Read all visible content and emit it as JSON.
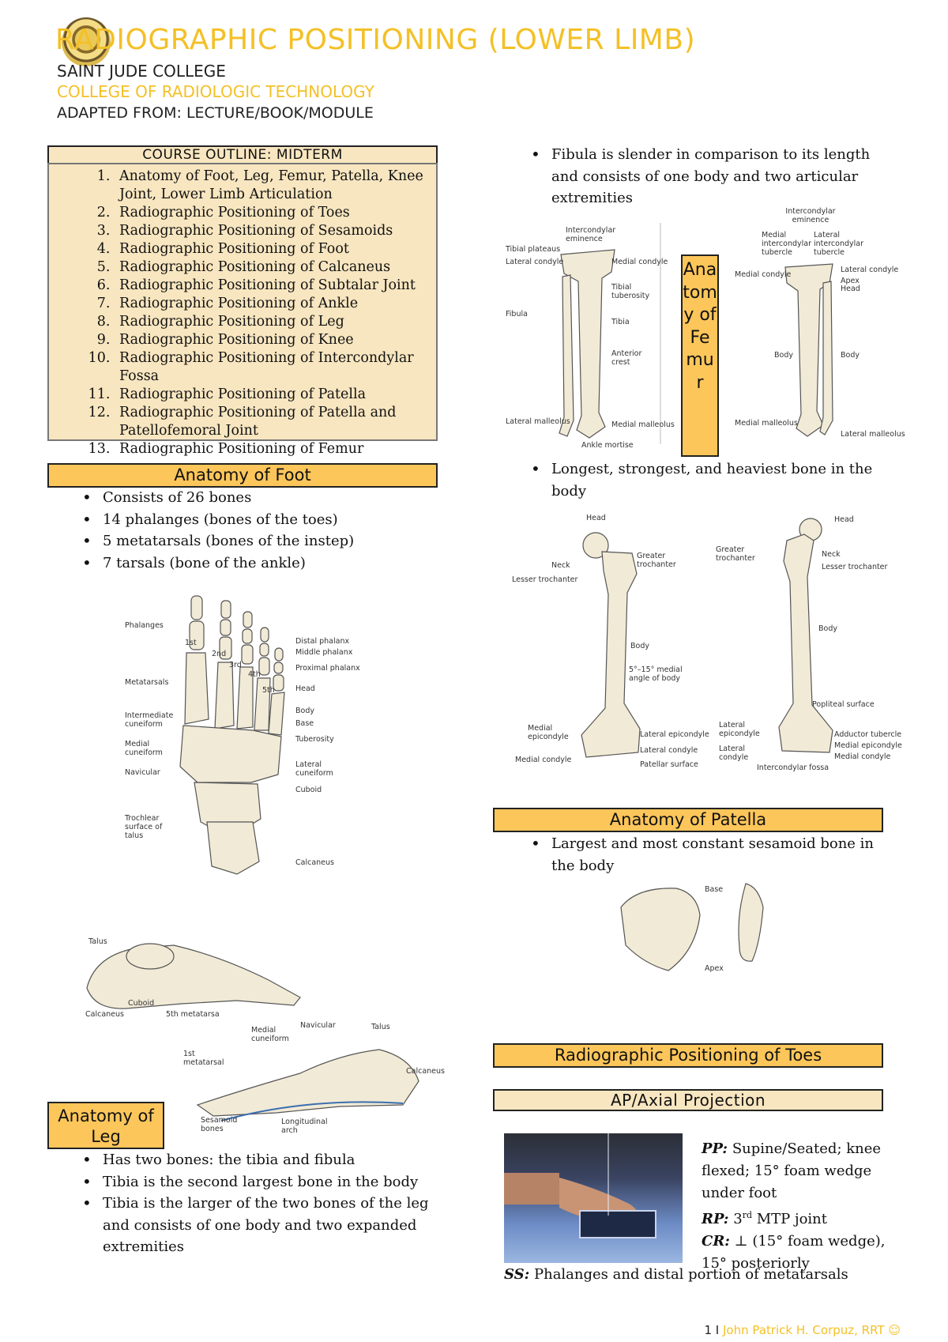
{
  "header": {
    "title": "RADIOGRAPHIC POSITIONING (LOWER LIMB)",
    "school": "SAINT JUDE COLLEGE",
    "college": "COLLEGE OF RADIOLOGIC TECHNOLOGY",
    "adapted": "ADAPTED FROM: LECTURE/BOOK/MODULE"
  },
  "course_outline": {
    "heading": "COURSE OUTLINE: MIDTERM",
    "items": [
      "Anatomy of Foot, Leg, Femur, Patella, Knee Joint, Lower Limb Articulation",
      "Radiographic Positioning of Toes",
      "Radiographic Positioning of Sesamoids",
      "Radiographic Positioning of Foot",
      "Radiographic Positioning of Calcaneus",
      "Radiographic Positioning of Subtalar Joint",
      "Radiographic Positioning of Ankle",
      "Radiographic Positioning of Leg",
      "Radiographic Positioning of Knee",
      "Radiographic Positioning of Intercondylar Fossa",
      "Radiographic Positioning of Patella",
      "Radiographic Positioning of Patella and Patellofemoral Joint",
      "Radiographic Positioning of Femur"
    ]
  },
  "foot": {
    "heading": "Anatomy of Foot",
    "bullets": [
      "Consists of 26 bones",
      "14 phalanges (bones of the toes)",
      "5 metatarsals (bones of the instep)",
      "7 tarsals (bone of the ankle)"
    ],
    "figure_labels": {
      "phalanges": "Phalanges",
      "metatarsals": "Metatarsals",
      "intermediate": "Intermediate cuneiform",
      "medial": "Medial cuneiform",
      "navicular": "Navicular",
      "trochlear": "Trochlear surface of talus",
      "distal": "Distal phalanx",
      "middle": "Middle phalanx",
      "proximal": "Proximal phalanx",
      "head": "Head",
      "body": "Body",
      "base": "Base",
      "tuberosity": "Tuberosity",
      "lateral": "Lateral cuneiform",
      "cuboid": "Cuboid",
      "calcaneus": "Calcaneus",
      "n1": "1st",
      "n2": "2nd",
      "n3": "3rd",
      "n4": "4th",
      "n5": "5th"
    },
    "lateral_labels": {
      "talus": "Talus",
      "calcaneus": "Calcaneus",
      "cuboid": "Cuboid",
      "fifth": "5th metatarsa"
    },
    "medial_labels": {
      "medial": "Medial cuneiform",
      "navicular": "Navicular",
      "talus": "Talus",
      "first": "1st metatarsal",
      "calcaneus": "Calcaneus",
      "sesamoid": "Sesamoid bones",
      "longitudinal": "Longitudinal arch"
    }
  },
  "leg": {
    "heading": "Anatomy of Leg",
    "bullets": [
      "Has two bones: the tibia and fibula",
      "Tibia is the second largest bone in the body",
      "Tibia is the larger of the two bones of the leg and consists of one body and two expanded extremities"
    ],
    "fibula_bullet": "Fibula is slender in comparison to its length and consists of one body and two articular extremities",
    "figure_labels": {
      "plateaus": "Tibial plateaus",
      "lat_condyle": "Lateral condyle",
      "fibula": "Fibula",
      "lat_malleolus": "Lateral malleolus",
      "ic_eminence": "Intercondylar eminence",
      "med_condyle": "Medial condyle",
      "tuberosity": "Tibial tuberosity",
      "tibia": "Tibia",
      "crest": "Anterior crest",
      "med_malleolus": "Medial malleolus",
      "ankle_mortise": "Ankle mortise",
      "ic_eminence2": "Intercondylar eminence",
      "med_tubercle": "Medial intercondylar tubercle",
      "lat_tubercle": "Lateral intercondylar tubercle",
      "med_condyle2": "Medial condyle",
      "lat_condyle2": "Lateral condyle",
      "apex": "Apex",
      "head": "Head",
      "body": "Body",
      "body2": "Body",
      "med_malleolus2": "Medial malleolus",
      "lat_malleolus2": "Lateral malleolus"
    }
  },
  "femur": {
    "vertical_heading": "Anatomy of Femur",
    "bullet": "Longest, strongest, and heaviest bone in the body",
    "figure_labels": {
      "head": "Head",
      "neck": "Neck",
      "lesser": "Lesser trochanter",
      "greater": "Greater trochanter",
      "body": "Body",
      "angle": "5°–15° medial angle of body",
      "med_epi": "Medial epicondyle",
      "med_cond": "Medial condyle",
      "lat_epi": "Lateral epicondyle",
      "lat_cond": "Lateral condyle",
      "patellar": "Patellar surface",
      "head2": "Head",
      "greater2": "Greater trochanter",
      "neck2": "Neck",
      "lesser2": "Lesser trochanter",
      "body2": "Body",
      "popliteal": "Popliteal surface",
      "lat_epi2": "Lateral epicondyle",
      "lat_cond2": "Lateral condyle",
      "adductor": "Adductor tubercle",
      "med_epi2": "Medial epicondyle",
      "med_cond2": "Medial condyle",
      "fossa": "Intercondylar fossa"
    }
  },
  "patella": {
    "heading": "Anatomy of Patella",
    "bullet": "Largest and most constant sesamoid bone in the body",
    "figure_labels": {
      "base": "Base",
      "apex": "Apex"
    }
  },
  "toes": {
    "heading": "Radiographic Positioning of Toes",
    "subheading": "AP/Axial Projection",
    "pp_label": "PP:",
    "pp_text": "Supine/Seated; knee flexed; 15° foam wedge under foot",
    "rp_label": "RP:",
    "rp_pre": "3",
    "rp_sup": "rd",
    "rp_post": "MTP joint",
    "cr_label": "CR:",
    "cr_text": "⊥ (15° foam wedge), 15° posteriorly",
    "ss_label": "SS:",
    "ss_text": "Phalanges and distal portion of metatarsals"
  },
  "footer": {
    "page": "1",
    "sep": "I",
    "author": "John Patrick H. Corpuz, RRT ☺"
  },
  "colors": {
    "accent": "#F4C027",
    "bar": "#FDC65A",
    "bar_light": "#F8E6C0"
  }
}
